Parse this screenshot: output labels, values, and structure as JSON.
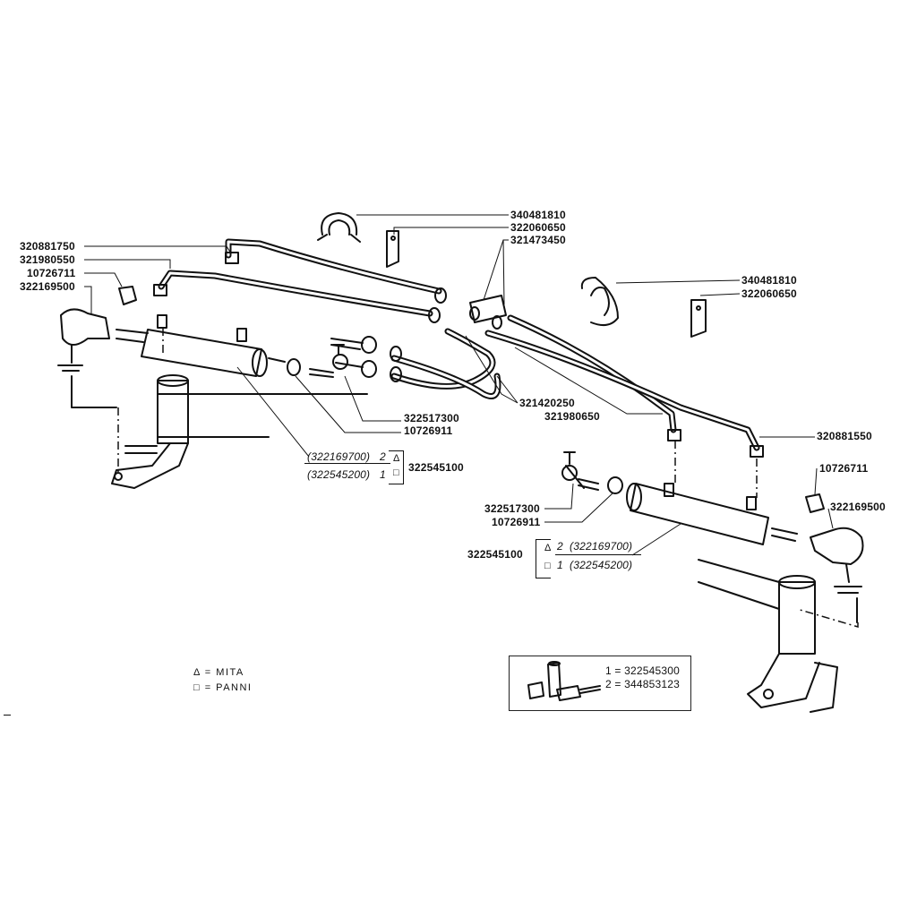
{
  "labels": {
    "l340481810_a": "340481810",
    "l322060650_a": "322060650",
    "l321473450": "321473450",
    "l320881750": "320881750",
    "l321980550": "321980550",
    "l10726711_a": "10726711",
    "l322169500_a": "322169500",
    "l340481810_b": "340481810",
    "l322060650_b": "322060650",
    "l321420250": "321420250",
    "l321980650": "321980650",
    "l320881550": "320881550",
    "l322517300_a": "322517300",
    "l10726911_a": "10726911",
    "l10726711_b": "10726711",
    "l322169500_b": "322169500",
    "l322517300_b": "322517300",
    "l10726911_b": "10726911",
    "l322545100_a": "322545100",
    "l322545100_b": "322545100"
  },
  "variants_left": {
    "v1_code": "(322169700)",
    "v1_num": "2",
    "v2_code": "(322545200)",
    "v2_num": "1"
  },
  "variants_right": {
    "v1_num": "2",
    "v1_code": "(322169700)",
    "v2_num": "1",
    "v2_code": "(322545200)"
  },
  "symbols": {
    "triangle": "Δ",
    "square": "□"
  },
  "legend": {
    "mita": "Δ = MITA",
    "panni": "□ = PANNI"
  },
  "kit": {
    "line1": "1 = 322545300",
    "line2": "2 = 344853123"
  }
}
